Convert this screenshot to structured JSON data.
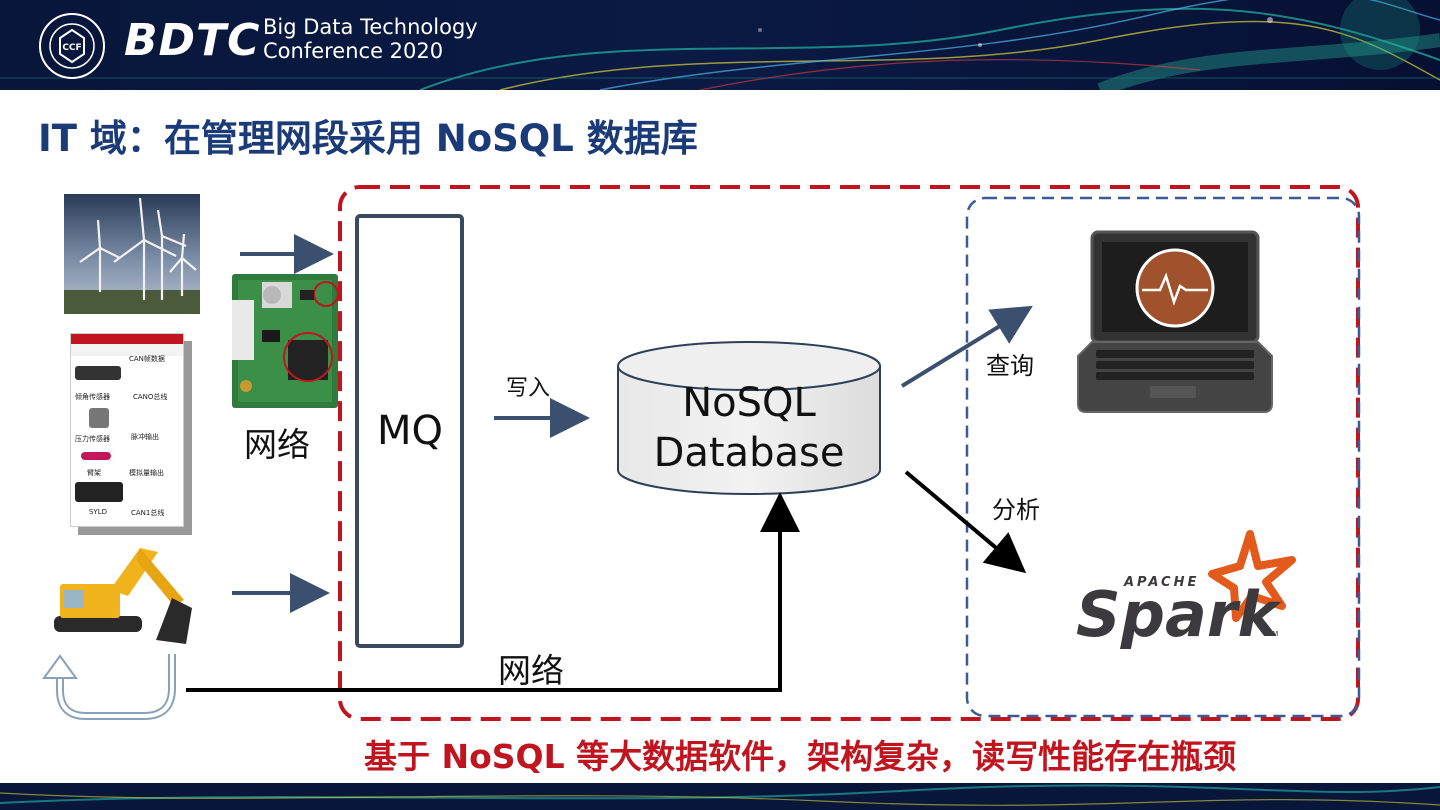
{
  "header": {
    "org_logo_icon": "ccf-logo-icon",
    "brand": "BDTC",
    "subtitle_line1": "Big Data Technology",
    "subtitle_line2": "Conference 2020"
  },
  "slide": {
    "title": "IT 域：在管理网段采用  NoSQL  数据库",
    "bottom_note": "基于 NoSQL 等大数据软件，架构复杂，读写性能存在瓶颈"
  },
  "diagram": {
    "network_label_left": "网络",
    "network_label_bottom": "网络",
    "mq_label": "MQ",
    "write_label": "写入",
    "db_label_line1": "NoSQL",
    "db_label_line2": "Database",
    "query_label": "查询",
    "analysis_label": "分析",
    "spark_apache": "APACHE",
    "spark_word": "Spark",
    "spark_tm": "TM",
    "sensor_panel": {
      "items": [
        "CAN帧数据",
        "倾角传感器",
        "CANO总线",
        "压力传感器",
        "脉冲输出",
        "臂架",
        "模拟量输出",
        "SYLD",
        "CAN1总线"
      ]
    },
    "icons": [
      "wind-turbine-photo",
      "circuit-board-photo",
      "excavator-photo",
      "laptop-icon",
      "heartbeat-icon",
      "return-arrow-icon"
    ],
    "colors": {
      "title_blue": "#1a3a78",
      "red_dashed": "#c0141e",
      "blue_dashed": "#3a5b93",
      "arrow_blue": "#3b4f6e"
    }
  }
}
